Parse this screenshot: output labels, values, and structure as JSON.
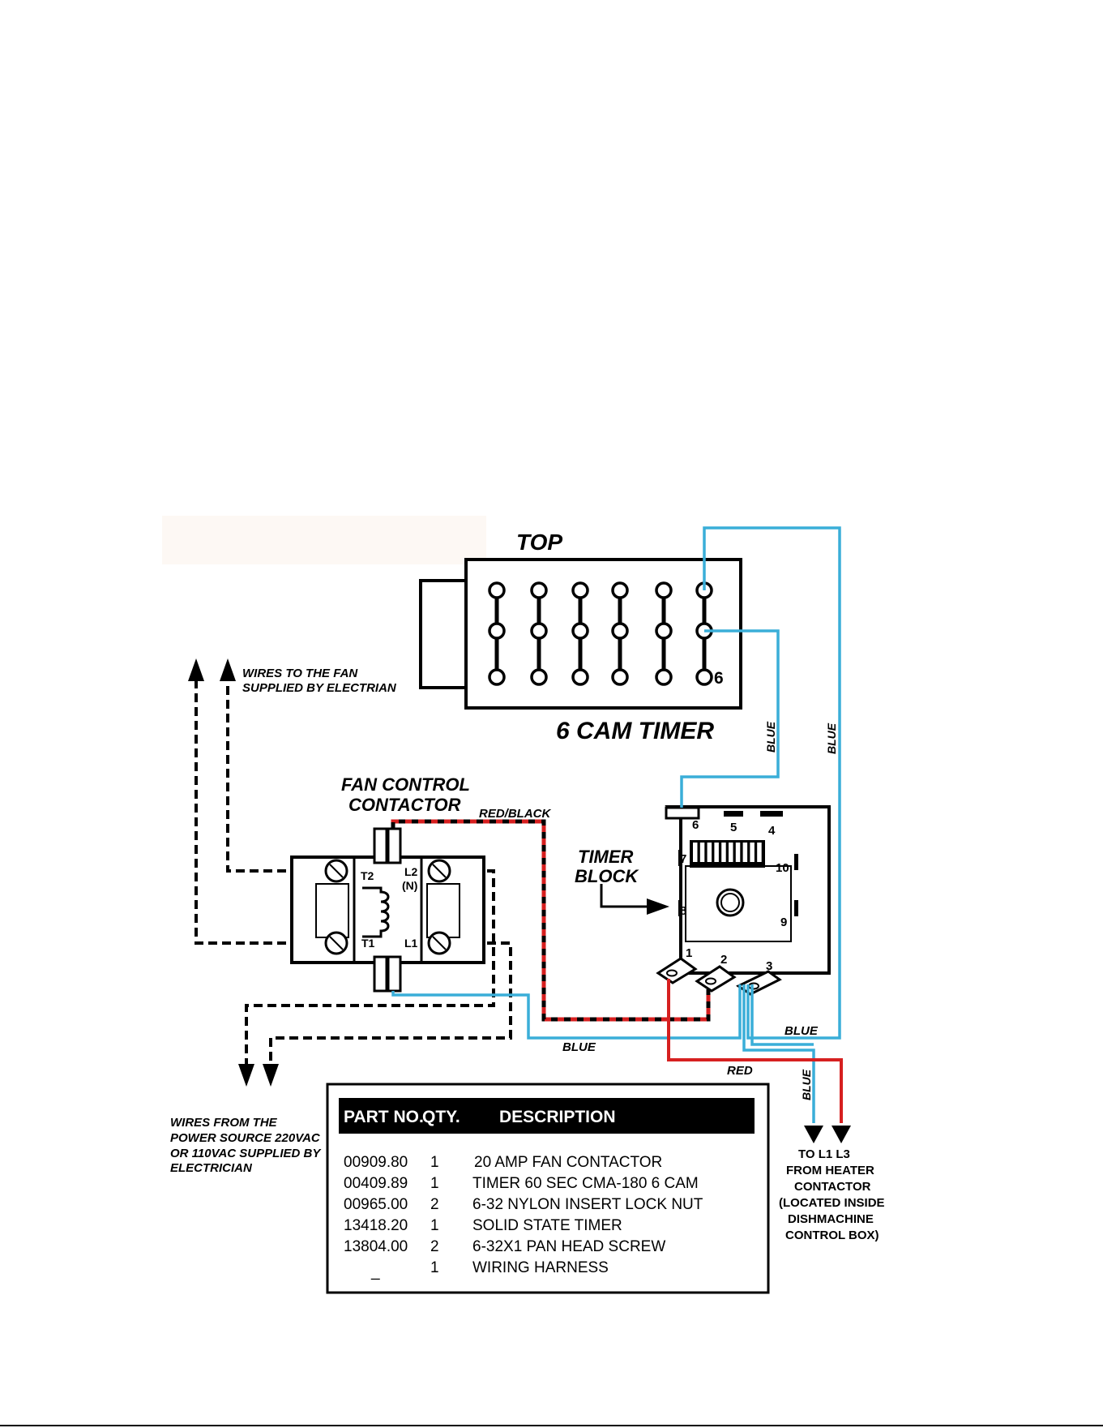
{
  "labels": {
    "top": "TOP",
    "cam_timer": "6 CAM TIMER",
    "cam_pin_number": "6",
    "wires_to_fan_1": "WIRES TO THE FAN",
    "wires_to_fan_2": "SUPPLIED BY ELECTRIAN",
    "fan_control_1": "FAN CONTROL",
    "fan_control_2": "CONTACTOR",
    "red_black": "RED/BLACK",
    "timer_block_1": "TIMER",
    "timer_block_2": "BLOCK",
    "blue": "BLUE",
    "red": "RED",
    "t2": "T2",
    "t1": "T1",
    "l2": "L2",
    "n": "(N)",
    "l1": "L1",
    "power_1": "WIRES FROM THE",
    "power_2": "POWER SOURCE 220VAC",
    "power_3": "OR 110VAC SUPPLIED BY",
    "power_4": "ELECTRICIAN",
    "to_l1_l3": "TO  L1   L3",
    "heater_1": "FROM HEATER",
    "heater_2": "CONTACTOR",
    "heater_3": "(LOCATED INSIDE",
    "heater_4": "DISHMACHINE",
    "heater_5": "CONTROL BOX)"
  },
  "terminals": {
    "t1": "1",
    "t2": "2",
    "t3": "3",
    "t4": "4",
    "t5": "5",
    "t6": "6",
    "t7": "7",
    "t8": "8",
    "t9": "9",
    "t10": "10"
  },
  "parts_table": {
    "headers": {
      "part_no": "PART NO.",
      "qty": "QTY.",
      "description": "DESCRIPTION"
    },
    "rows": [
      {
        "part_no": "00909.80",
        "qty": "1",
        "description": "20 AMP FAN CONTACTOR"
      },
      {
        "part_no": "00409.89",
        "qty": "1",
        "description": "TIMER 60 SEC CMA-180 6 CAM"
      },
      {
        "part_no": "00965.00",
        "qty": "2",
        "description": "6-32 NYLON INSERT LOCK NUT"
      },
      {
        "part_no": "13418.20",
        "qty": "1",
        "description": "SOLID STATE TIMER"
      },
      {
        "part_no": "13804.00",
        "qty": "2",
        "description": "6-32X1 PAN HEAD SCREW"
      },
      {
        "part_no": "_",
        "qty": "1",
        "description": "WIRING HARNESS"
      }
    ]
  },
  "colors": {
    "blue_wire": "#3aaed8",
    "red_wire": "#d62020",
    "black_wire": "#000000"
  }
}
